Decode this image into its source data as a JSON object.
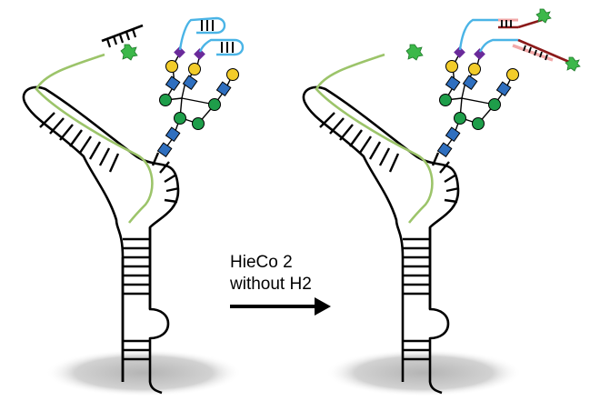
{
  "reaction": {
    "line1": "HieCo 2",
    "line2": "without H2"
  },
  "colors": {
    "outline": "#000000",
    "probe_strand": "#9cc46a",
    "glycan_hexnac": "#2f6fbf",
    "glycan_mannose": "#1e9e4a",
    "glycan_galactose": "#f2cc2a",
    "glycan_sialic": "#6a2a9a",
    "hairpin": "#4ab4e6",
    "duplex_light": "#f2a8a8",
    "duplex_dark": "#8b1a1a",
    "fluorophore": "#3cb84a",
    "shadow": "#c8c8c8"
  },
  "panels": [
    {
      "name": "before",
      "state": "hairpins-closed"
    },
    {
      "name": "after",
      "state": "hairpins-opened-hybridized"
    }
  ]
}
